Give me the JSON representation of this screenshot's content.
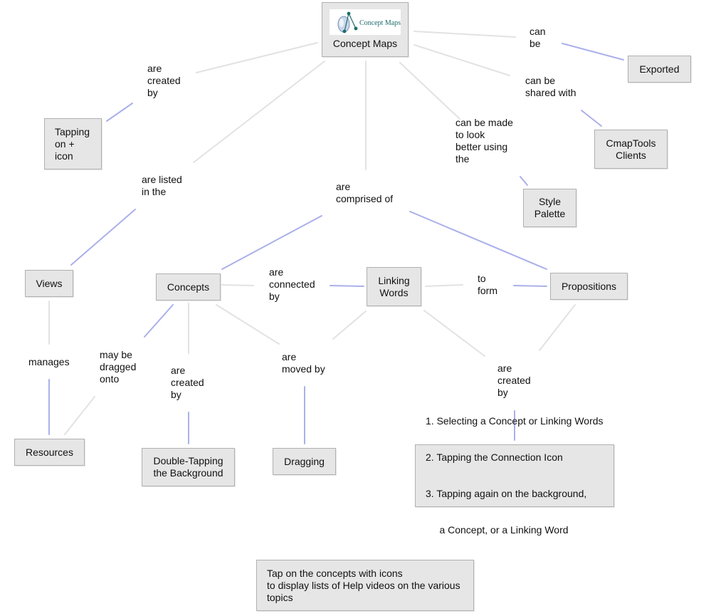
{
  "nodes": {
    "concept_maps": "Concept Maps",
    "logo_text": "Concept Maps",
    "exported": "Exported",
    "tapping_icon": "Tapping\non +\nicon",
    "cmaptools_clients": "CmapTools\nClients",
    "style_palette": "Style\nPalette",
    "views": "Views",
    "concepts": "Concepts",
    "linking_words": "Linking\nWords",
    "propositions": "Propositions",
    "resources": "Resources",
    "double_tapping": "Double-Tapping\nthe Background",
    "dragging": "Dragging",
    "steps": [
      "1. Selecting a Concept or Linking Words",
      "2. Tapping the Connection Icon",
      "3. Tapping again on the background,",
      "     a Concept, or a Linking Word"
    ],
    "help_note": "Tap on the concepts with icons\nto display lists of Help videos on the various\ntopics"
  },
  "labels": {
    "can_be": "can\nbe",
    "are_created_by_top": "are\ncreated\nby",
    "can_be_shared_with": "can be\nshared with",
    "can_be_made_better": "can be made\nto look\nbetter using\nthe",
    "are_listed_in_the": "are listed\nin the",
    "are_comprised_of": "are\ncomprised of",
    "are_connected_by": "are\nconnected\nby",
    "to_form": "to\nform",
    "manages": "manages",
    "may_be_dragged_onto": "may be\ndragged\nonto",
    "are_created_by_concepts": "are\ncreated\nby",
    "are_moved_by": "are\nmoved by",
    "are_created_by_propositions": "are\ncreated\nby"
  },
  "colors": {
    "node_fill": "#e6e6e6",
    "node_border": "#b0b0b0",
    "line_gray": "#e0e0e0",
    "line_blue": "#aab0ea",
    "logo_teal": "#1d6b6b"
  }
}
